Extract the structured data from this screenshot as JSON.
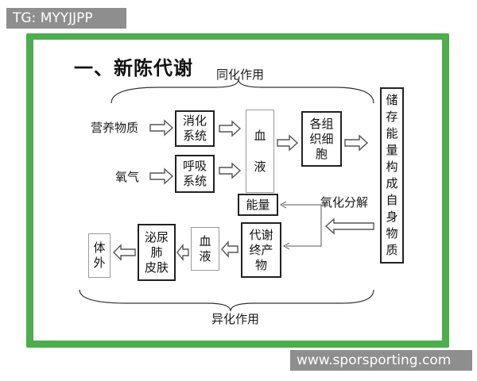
{
  "watermark_top": "TG: MYYJJPP",
  "watermark_bottom": "www.sporsporting.com",
  "title": "一、新陈代谢",
  "top_label": "同化作用",
  "bottom_label": "异化作用",
  "inputs": {
    "nutrients": "营养物质",
    "oxygen": "氧气"
  },
  "boxes": {
    "digestive": "消化系统",
    "respiratory": "呼吸系统",
    "blood_upper": [
      "血",
      "液"
    ],
    "tissue_cells": [
      "各组",
      "织细",
      "胞"
    ],
    "storage": "储存能量构成自身物质",
    "energy": "能量",
    "oxidation": "氧化分解",
    "metabolic_products": [
      "代谢",
      "终产",
      "物"
    ],
    "blood_lower": [
      "血",
      "液"
    ],
    "excretory_organs": [
      "泌尿",
      "肺",
      "皮肤"
    ],
    "outside": [
      "体",
      "外"
    ]
  },
  "colors": {
    "frame_green": "#4cae4c",
    "badge_gray": "#8e8e8e"
  }
}
